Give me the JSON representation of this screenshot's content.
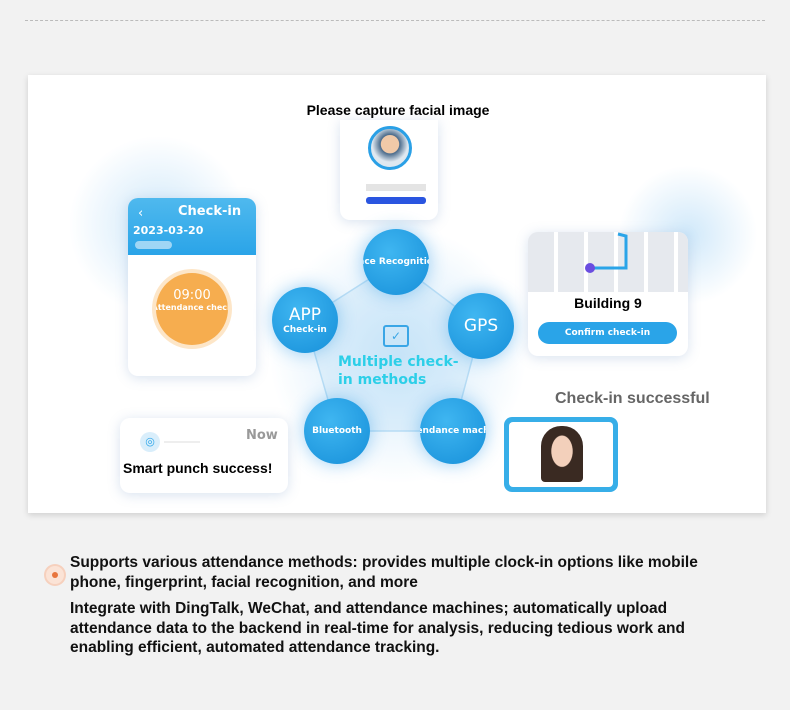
{
  "facial_card": {
    "title": "Please capture facial image"
  },
  "checkin_card": {
    "title": "Check-in",
    "date": "2023-03-20",
    "time": "09:00",
    "label": "Attendance check"
  },
  "center": {
    "title": "Multiple check-in methods"
  },
  "methods": [
    {
      "label": "Face Recognition"
    },
    {
      "label": "APP",
      "sub": "Check-in"
    },
    {
      "label": "GPS"
    },
    {
      "label": "Bluetooth"
    },
    {
      "label": "Attendance machine"
    }
  ],
  "map_card": {
    "location": "Building 9",
    "button": "Confirm check-in"
  },
  "success": {
    "title": "Check-in successful"
  },
  "punch_card": {
    "time": "Now",
    "message": "Smart punch success!"
  },
  "features": [
    "Supports various attendance methods: provides multiple clock-in options like mobile phone, fingerprint, facial recognition, and more",
    "Integrate with DingTalk, WeChat, and attendance machines; automatically upload attendance data to the backend in real-time for analysis, reducing tedious work and enabling efficient, automated attendance tracking."
  ],
  "colors": {
    "accent": "#1a9be6",
    "orange": "#f6ad4f",
    "bullet": "#e8743c",
    "cyan": "#2ccfe8"
  }
}
